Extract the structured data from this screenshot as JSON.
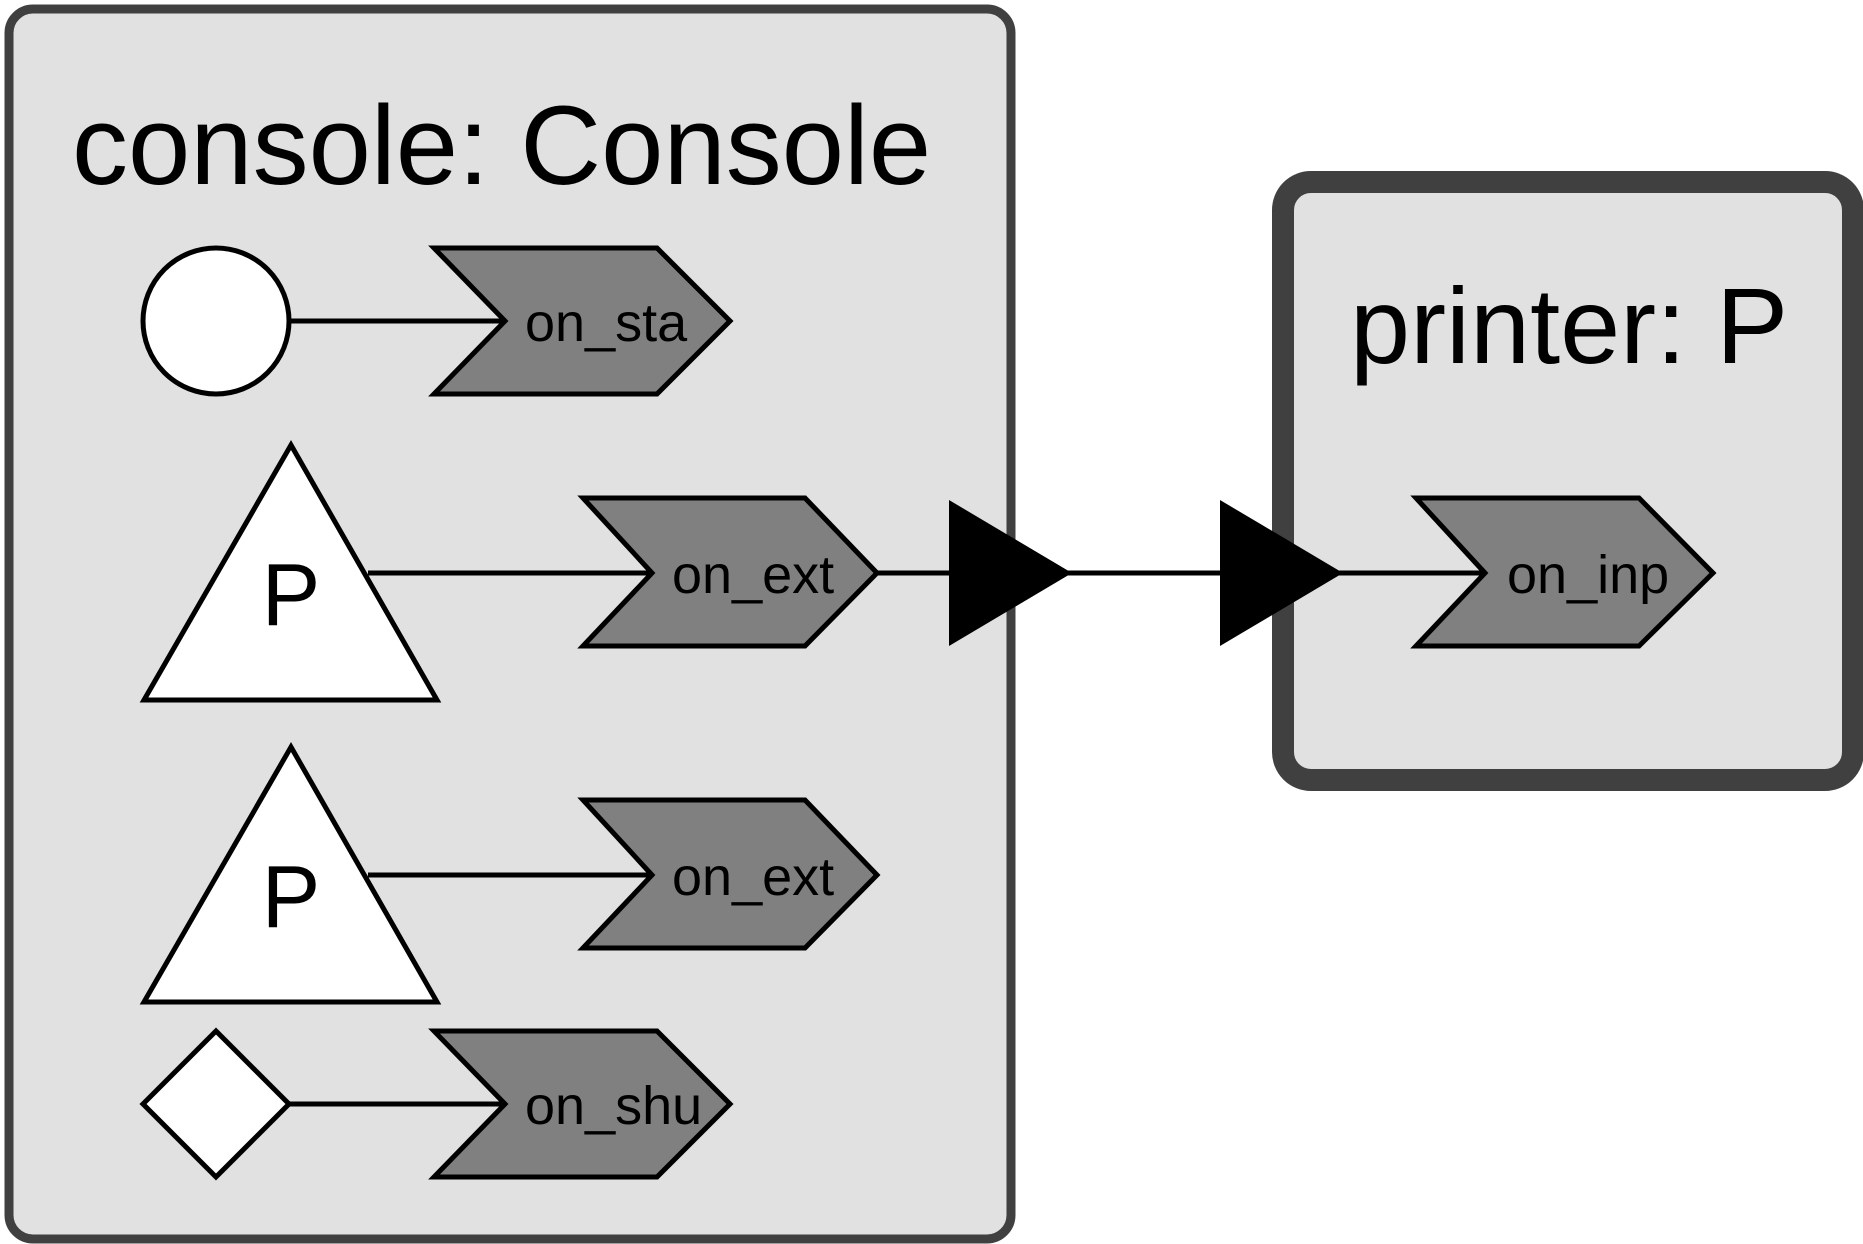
{
  "diagram": {
    "console": {
      "title": "console: Console",
      "handlers": [
        {
          "symbol": "circle",
          "symbol_label": "",
          "handler_label": "on_sta"
        },
        {
          "symbol": "triangle",
          "symbol_label": "P",
          "handler_label": "on_ext"
        },
        {
          "symbol": "triangle",
          "symbol_label": "P",
          "handler_label": "on_ext"
        },
        {
          "symbol": "diamond",
          "symbol_label": "",
          "handler_label": "on_shu"
        }
      ]
    },
    "printer": {
      "title": "printer: P",
      "handlers": [
        {
          "handler_label": "on_inp"
        }
      ]
    }
  },
  "colors": {
    "box_fill": "#e1e1e1",
    "box_stroke": "#404040",
    "handler_fill": "#808080",
    "arrow": "#000000"
  }
}
